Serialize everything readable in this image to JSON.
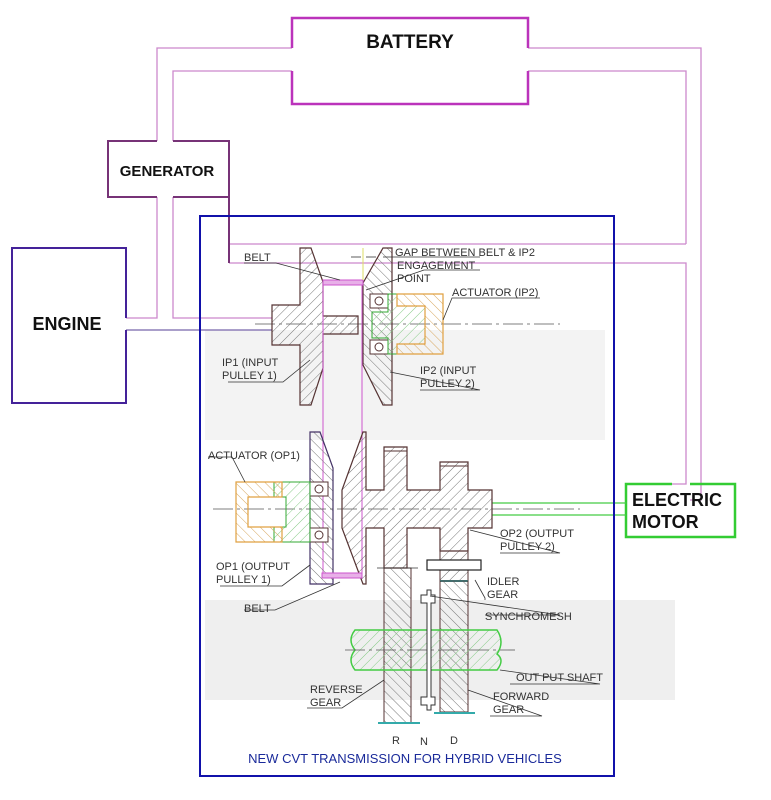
{
  "title": "NEW CVT TRANSMISSION FOR HYBRID VEHICLES",
  "blocks": {
    "battery": "BATTERY",
    "generator": "GENERATOR",
    "engine": "ENGINE",
    "electric_motor_line1": "ELECTRIC",
    "electric_motor_line2": "MOTOR"
  },
  "labels": {
    "belt_top": "BELT",
    "gap_line1": "GAP BETWEEN BELT & IP2",
    "gap_line2": "ENGAGEMENT",
    "gap_line3": "POINT",
    "actuator_ip2": "ACTUATOR (IP2)",
    "ip1_line1": "IP1 (INPUT",
    "ip1_line2": "PULLEY 1)",
    "ip2_line1": "IP2 (INPUT",
    "ip2_line2": "PULLEY 2)",
    "actuator_op1": "ACTUATOR (OP1)",
    "op1_line1": "OP1 (OUTPUT",
    "op1_line2": "PULLEY 1)",
    "op2_line1": "OP2 (OUTPUT",
    "op2_line2": "PULLEY 2)",
    "belt_bottom": "BELT",
    "idler_line1": "IDLER",
    "idler_line2": "GEAR",
    "synchromesh": "SYNCHROMESH",
    "output_shaft": "OUT PUT SHAFT",
    "reverse_line1": "REVERSE",
    "reverse_line2": "GEAR",
    "forward_line1": "FORWARD",
    "forward_line2": "GEAR"
  },
  "gear_positions": [
    "R",
    "N",
    "D"
  ],
  "colors": {
    "wire": "#cc88cc",
    "battery_border": "#bb33bb",
    "generator_border": "#773377",
    "engine_border": "#442299",
    "motor_border": "#33cc33",
    "frame_border": "#1111aa",
    "part_outline": "#553333",
    "actuator": "#e0a040",
    "sleeve": "#33aa33",
    "belt": "#cc55cc",
    "shaft": "#44cc44",
    "teeth": "#33aaaa"
  }
}
